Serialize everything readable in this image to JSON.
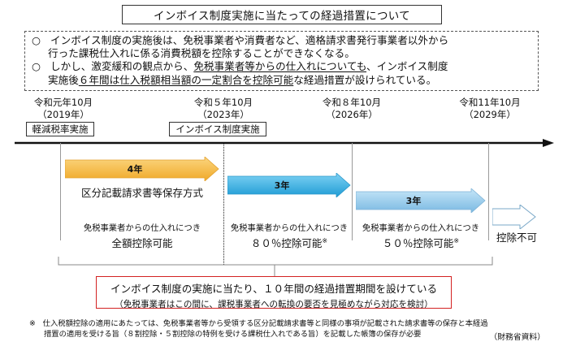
{
  "title": "インボイス制度実施に当たっての経過措置について",
  "notes": {
    "bullet": "○",
    "p1_line1": "インボイス制度の実施後は、免税事業者や消費者など、適格請求書発行事業者以外から",
    "p1_line2": "行った課税仕入れに係る消費税額を控除することができなくなる。",
    "p2_line1_pre": "しかし、激変緩和の観点から、",
    "p2_line1_ul": "免税事業者等からの仕入れについても",
    "p2_line1_post": "、インボイス制度",
    "p2_line2_pre": "実施後",
    "p2_line2_ul1": "６年間は仕入税額相当額の一定割合を控除可能",
    "p2_line2_post": "な経過措置が設けられている。"
  },
  "timeline": {
    "dates": [
      {
        "era": "令和元年10月",
        "year": "（2019年）"
      },
      {
        "era": "令和５年10月",
        "year": "（2023年）"
      },
      {
        "era": "令和８年10月",
        "year": "（2026年）"
      },
      {
        "era": "令和11年10月",
        "year": "（2029年）"
      }
    ],
    "tag_reduced_rate": "軽減税率実施",
    "tag_invoice": "インボイス制度実施"
  },
  "phases": [
    {
      "years": "4年",
      "method": "区分記載請求書等保存方式",
      "caption": "免税事業者からの仕入れにつき",
      "deduction": "全額控除可能",
      "mark": "",
      "color": "#f5b840"
    },
    {
      "years": "3年",
      "method": "",
      "caption": "免税事業者からの仕入れにつき",
      "deduction": "８０％控除可能",
      "mark": "※",
      "color": "#29a8dc"
    },
    {
      "years": "3年",
      "method": "",
      "caption": "免税事業者からの仕入れにつき",
      "deduction": "５０％控除可能",
      "mark": "※",
      "color": "#8ec6ea"
    },
    {
      "years": "",
      "method": "",
      "caption": "",
      "deduction": "控除不可",
      "mark": "",
      "color": "#ffffff"
    }
  ],
  "summary": {
    "main": "インボイス制度の実施に当たり、１０年間の経過措置期間を設けている",
    "sub": "（免税事業者はこの間に、課税事業者への転換の要否を見極めながら対応を検討）"
  },
  "footnote": {
    "mark": "※",
    "line1": "仕入税額控除の適用にあたっては、免税事業者等から受領する区分記載請求書等と同様の事項が記載された請求書等の保存と本経過",
    "line2": "措置の適用を受ける旨（８割控除・５割控除の特例を受ける課税仕入れである旨）を記載した帳簿の保存が必要"
  },
  "source": "（財務省資料）"
}
